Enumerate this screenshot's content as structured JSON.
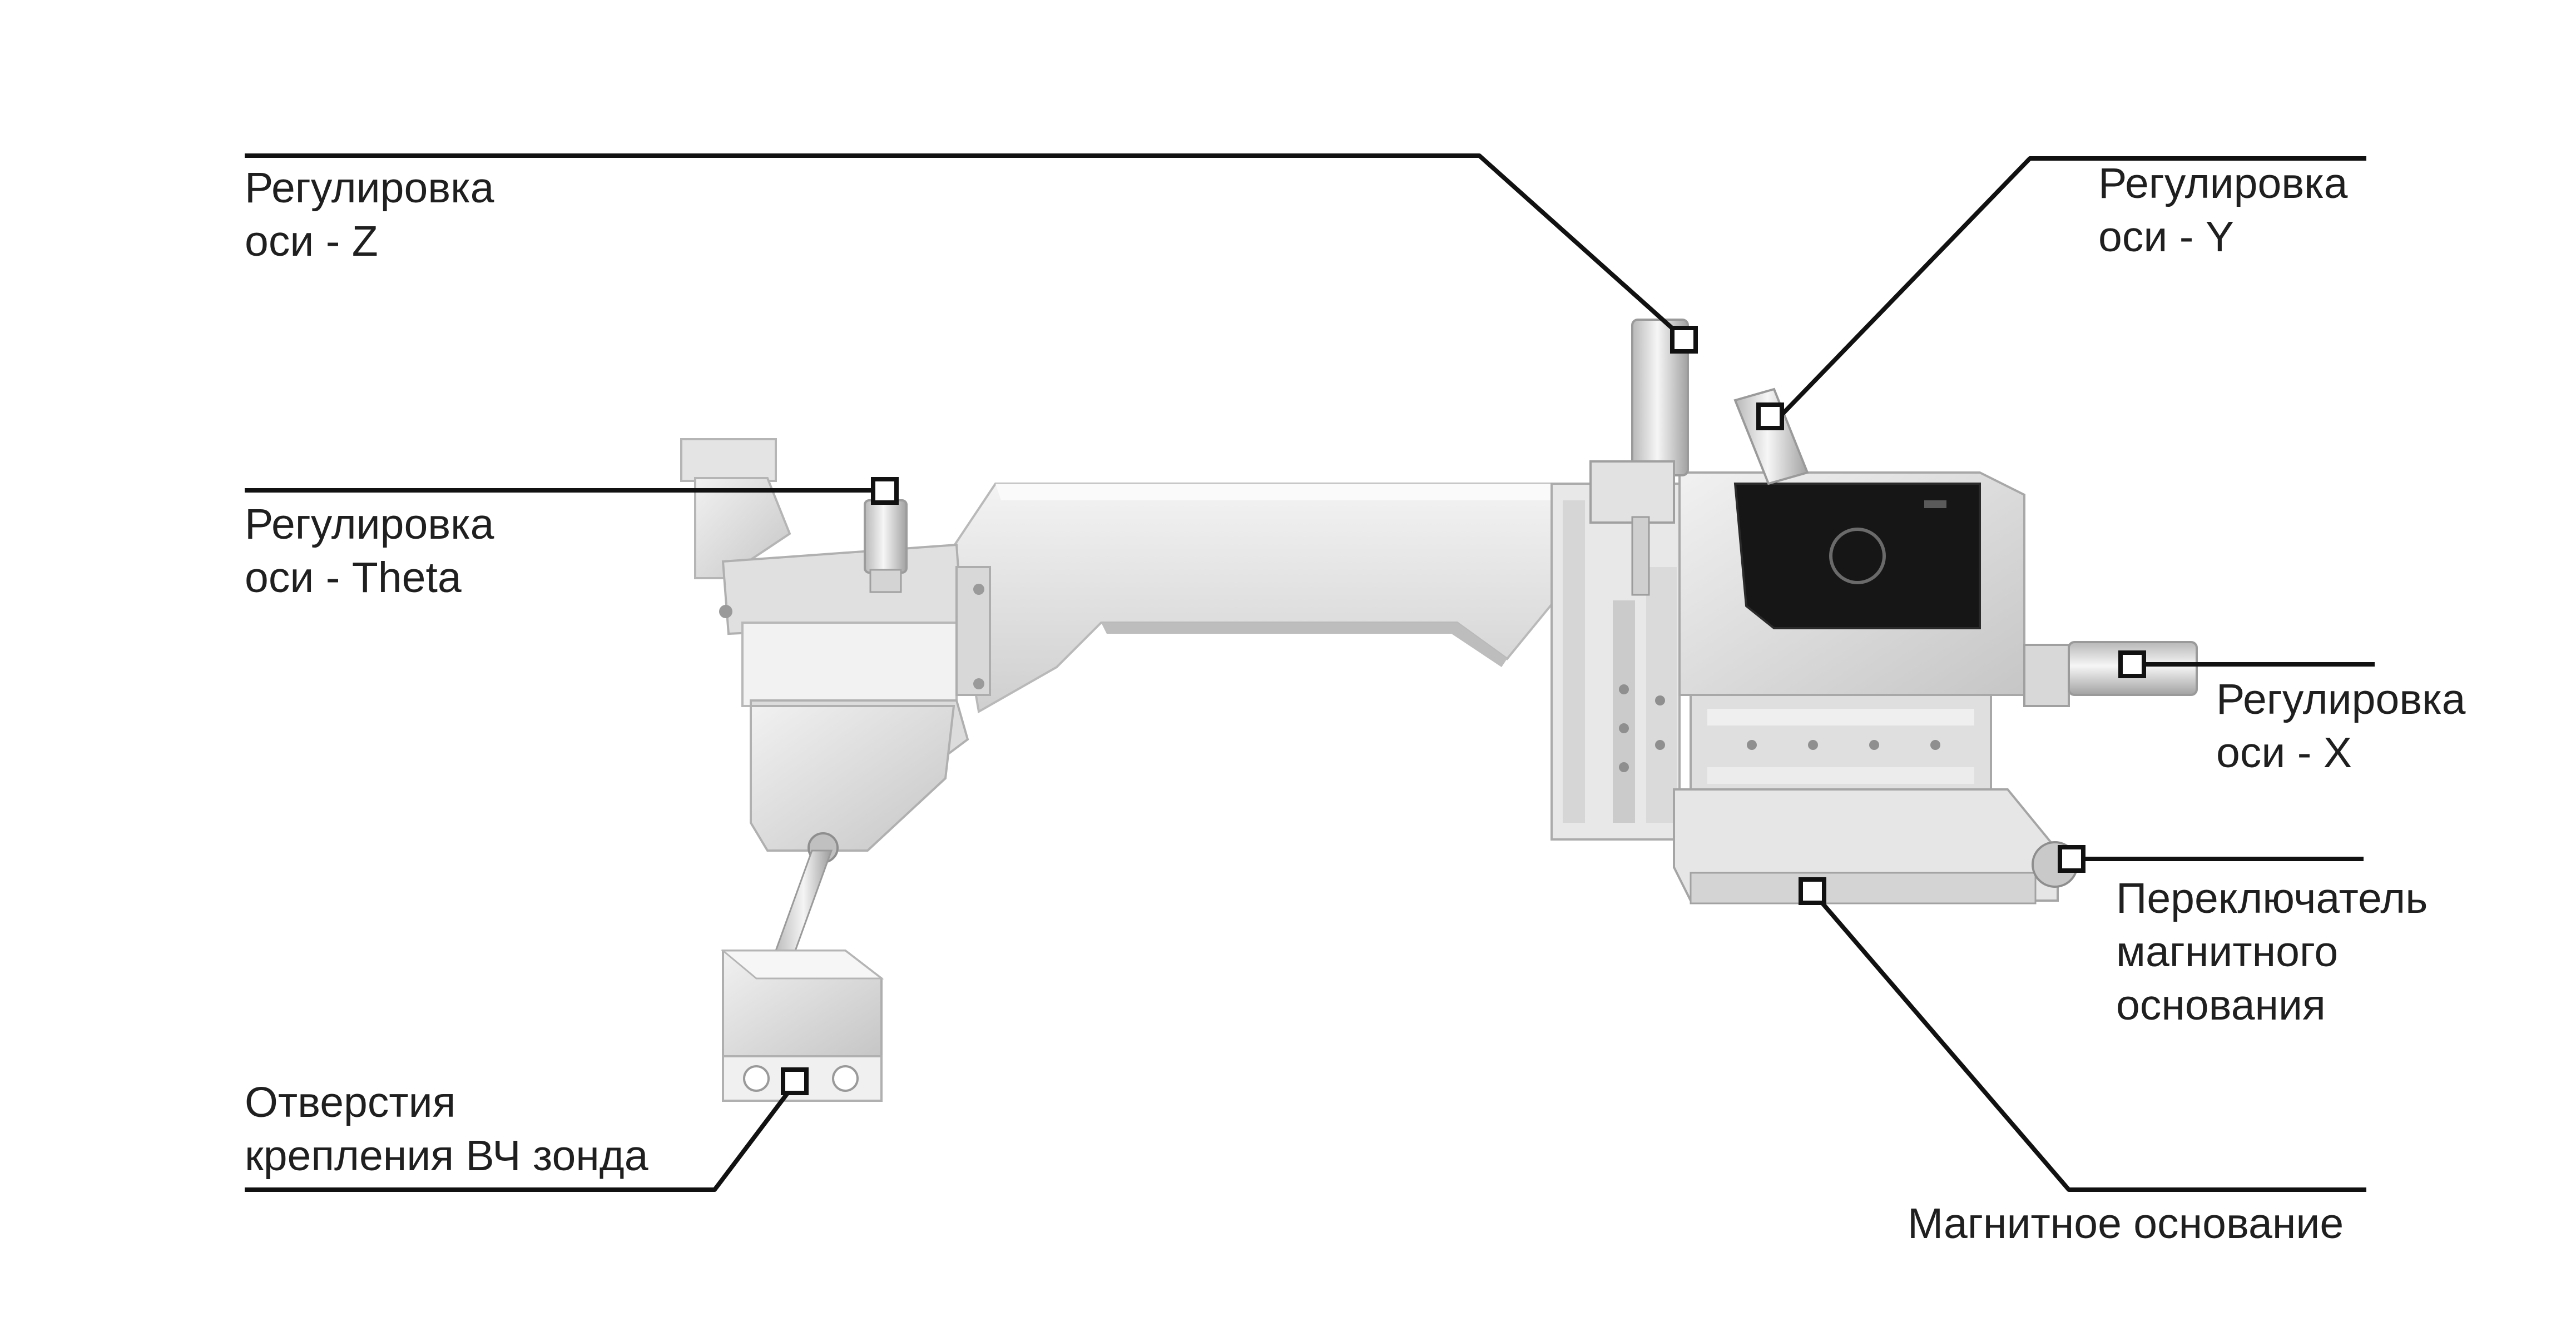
{
  "labels": {
    "z_axis": {
      "line1": "Регулировка",
      "line2": "оси - Z"
    },
    "y_axis": {
      "line1": "Регулировка",
      "line2": "оси - Y"
    },
    "theta_axis": {
      "line1": "Регулировка",
      "line2": "оси - Theta"
    },
    "x_axis": {
      "line1": "Регулировка",
      "line2": "оси - X"
    },
    "magnet_switch": {
      "line1": "Переключатель",
      "line2": "магнитного",
      "line3": "основания"
    },
    "probe_holes": {
      "line1": "Отверстия",
      "line2": "крепления ВЧ зонда"
    },
    "magnetic_base": {
      "line1": "Магнитное основание"
    }
  },
  "colors": {
    "leader_line": "#111111",
    "metal_light": "#e9e9e9",
    "metal_mid": "#d2d2d2",
    "metal_dark": "#a9a9a9",
    "panel_black": "#161616"
  }
}
